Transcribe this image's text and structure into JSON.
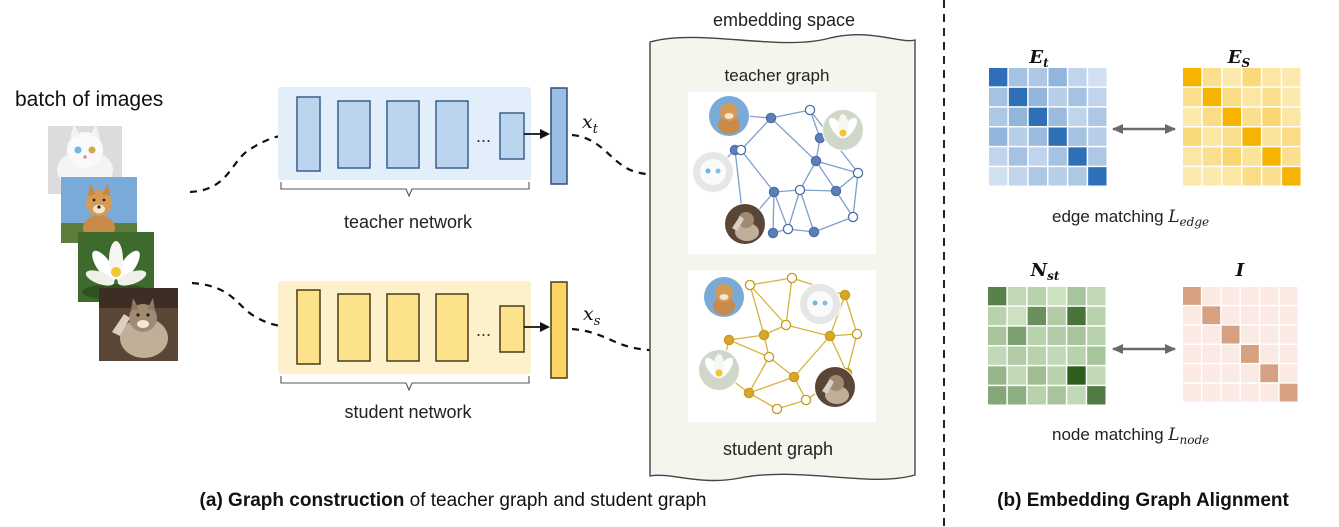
{
  "left": {
    "batch_label": "batch of images",
    "teacher_network_label": "teacher network",
    "student_network_label": "student network",
    "ellipsis": "...",
    "teacher_feature": {
      "sym": "x",
      "sub": "t"
    },
    "student_feature": {
      "sym": "x",
      "sub": "s"
    },
    "embedding_space_label": "embedding space",
    "teacher_graph_label": "teacher graph",
    "student_graph_label": "student graph",
    "caption_prefix": "(a) ",
    "caption_bold": "Graph construction",
    "caption_rest": " of teacher graph and student graph"
  },
  "right": {
    "edge_teacher": {
      "sym": "E",
      "sub": "t"
    },
    "edge_student": {
      "sym": "E",
      "sub": "S"
    },
    "edge_matching_text": "edge matching ",
    "edge_matching_sym": {
      "sym": "L",
      "sub": "edge"
    },
    "node_left": {
      "sym": "N",
      "sub": "st"
    },
    "node_right": {
      "sym": "I",
      "sub": ""
    },
    "node_matching_text": "node matching ",
    "node_matching_sym": {
      "sym": "L",
      "sub": "node"
    },
    "caption": "(b) Embedding Graph Alignment"
  },
  "colors": {
    "teacher_fill": "#bcd5ee",
    "teacher_stroke": "#3a5f8e",
    "teacher_box": "#e2eef9",
    "student_fill": "#fde28c",
    "student_stroke": "#4a3a18",
    "student_box": "#fdf1cc",
    "teacher_node": "#5b7fb8",
    "student_node": "#d6a729",
    "embed_bg": "#f3f6ec"
  },
  "images": [
    "cat-white-icon",
    "dog-shiba-icon",
    "lotus-flower-icon",
    "cat-tabby-icon"
  ],
  "matrices": {
    "edge_teacher": [
      [
        1.0,
        0.35,
        0.3,
        0.45,
        0.2,
        0.1
      ],
      [
        0.35,
        1.0,
        0.45,
        0.25,
        0.35,
        0.2
      ],
      [
        0.3,
        0.45,
        1.0,
        0.4,
        0.2,
        0.3
      ],
      [
        0.45,
        0.25,
        0.4,
        1.0,
        0.35,
        0.25
      ],
      [
        0.2,
        0.35,
        0.2,
        0.35,
        1.0,
        0.3
      ],
      [
        0.1,
        0.2,
        0.3,
        0.25,
        0.3,
        1.0
      ]
    ],
    "edge_student": [
      [
        1.0,
        0.3,
        0.15,
        0.4,
        0.2,
        0.15
      ],
      [
        0.3,
        1.0,
        0.35,
        0.2,
        0.3,
        0.15
      ],
      [
        0.15,
        0.35,
        1.0,
        0.3,
        0.45,
        0.2
      ],
      [
        0.4,
        0.2,
        0.3,
        1.0,
        0.25,
        0.35
      ],
      [
        0.2,
        0.3,
        0.45,
        0.25,
        1.0,
        0.3
      ],
      [
        0.15,
        0.15,
        0.2,
        0.35,
        0.3,
        1.0
      ]
    ],
    "node_st": [
      [
        0.75,
        0.15,
        0.2,
        0.1,
        0.3,
        0.15
      ],
      [
        0.2,
        0.1,
        0.65,
        0.25,
        0.85,
        0.2
      ],
      [
        0.3,
        0.55,
        0.2,
        0.25,
        0.3,
        0.2
      ],
      [
        0.15,
        0.25,
        0.2,
        0.15,
        0.2,
        0.3
      ],
      [
        0.4,
        0.15,
        0.35,
        0.2,
        1.0,
        0.15
      ],
      [
        0.5,
        0.45,
        0.2,
        0.3,
        0.15,
        0.8
      ]
    ],
    "identity": [
      [
        1,
        0,
        0,
        0,
        0,
        0
      ],
      [
        0,
        1,
        0,
        0,
        0,
        0
      ],
      [
        0,
        0,
        1,
        0,
        0,
        0
      ],
      [
        0,
        0,
        0,
        1,
        0,
        0
      ],
      [
        0,
        0,
        0,
        0,
        1,
        0
      ],
      [
        0,
        0,
        0,
        0,
        0,
        1
      ]
    ]
  }
}
